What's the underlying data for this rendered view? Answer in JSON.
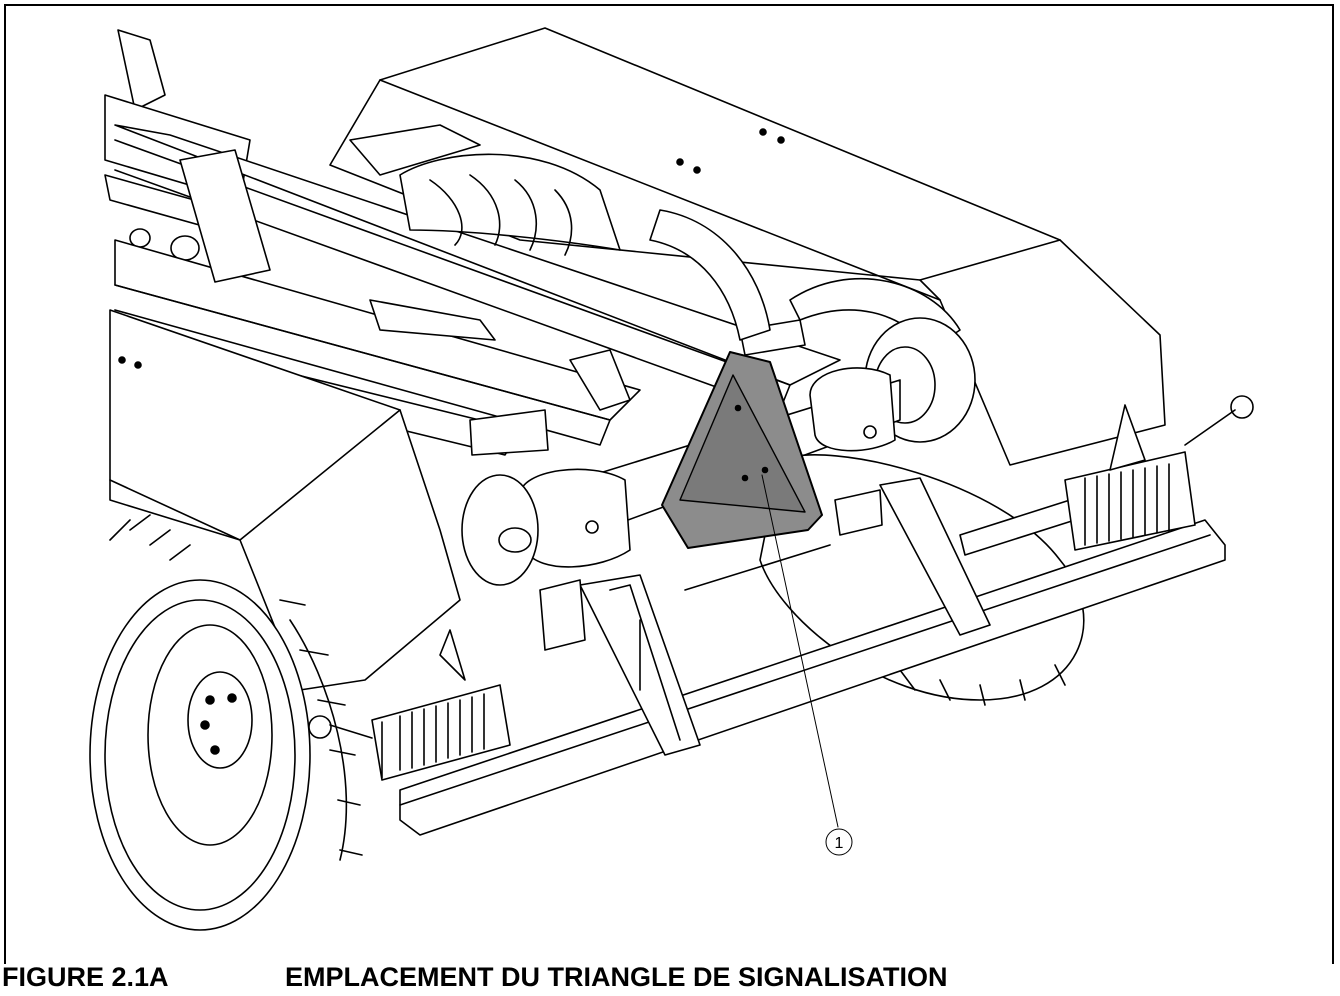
{
  "caption": {
    "figure_number": "FIGURE 2.1A",
    "title": "EMPLACEMENT DU TRIANGLE DE SIGNALISATION"
  },
  "callouts": [
    {
      "label": "1",
      "target": "slow-moving-vehicle-triangle"
    }
  ],
  "colors": {
    "line": "#000000",
    "background": "#ffffff",
    "triangle_fill": "#8c8c8c",
    "triangle_inner": "#7a7a7a"
  }
}
